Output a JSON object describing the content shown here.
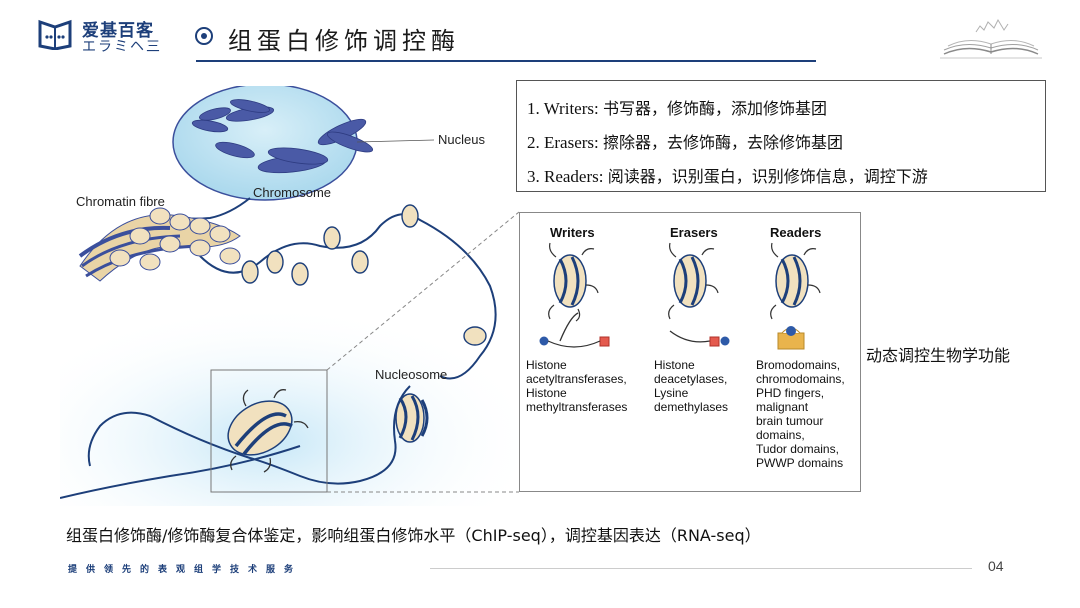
{
  "header": {
    "logo_cn": "爱基百客",
    "logo_sub": "エラミヘ三",
    "title": "组蛋白修饰调控酶"
  },
  "info_box": {
    "lines": [
      {
        "term": "1. Writers:",
        "desc": "书写器，修饰酶，添加修饰基团"
      },
      {
        "term": "2. Erasers:",
        "desc": "擦除器，去修饰酶，去除修饰基团"
      },
      {
        "term": "3. Readers:",
        "desc": "阅读器，识别蛋白，识别修饰信息，调控下游"
      }
    ]
  },
  "diagram": {
    "nucleus": "Nucleus",
    "chromosome": "Chromosome",
    "chromatin_fibre": "Chromatin fibre",
    "nucleosome": "Nucleosome"
  },
  "panel": {
    "columns": [
      {
        "head": "Writers",
        "desc": [
          "Histone",
          "acetyltransferases,",
          "Histone",
          "methyltransferases"
        ]
      },
      {
        "head": "Erasers",
        "desc": [
          "Histone",
          "deacetylases,",
          "Lysine",
          "demethylases"
        ]
      },
      {
        "head": "Readers",
        "desc": [
          "Bromodomains,",
          "chromodomains,",
          "PHD fingers,",
          "malignant",
          "brain tumour",
          "domains,",
          "Tudor domains,",
          "PWWP domains"
        ]
      }
    ]
  },
  "side_label": "动态调控生物学功能",
  "bottom_caption": "组蛋白修饰酶/修饰酶复合体鉴定，影响组蛋白修饰水平（ChIP-seq），调控基因表达（RNA-seq）",
  "footer": {
    "slogan": "提供领先的表观组学技术服务",
    "page_number": "04"
  },
  "colors": {
    "brand": "#1d3f7a",
    "nucleus_fill": "#bfe3f2",
    "chromosome": "#3b4f9c",
    "nucleosome": "#f1e1bf"
  }
}
